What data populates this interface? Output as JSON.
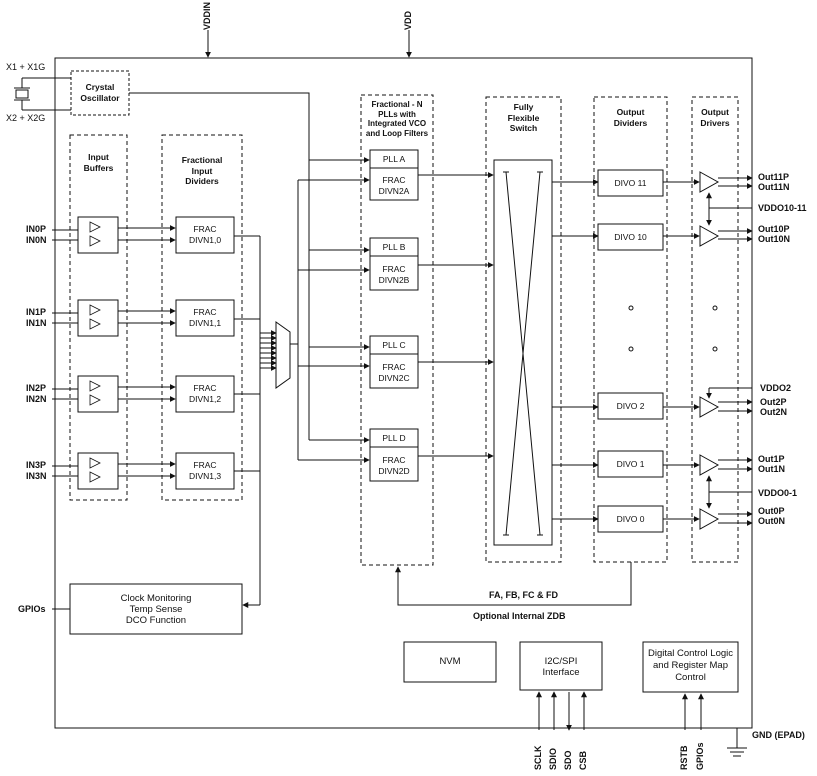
{
  "diagram": {
    "power": {
      "vddin": "VDDIN",
      "vdd": "VDD"
    },
    "xtal": {
      "x1": "X1 + X1G",
      "x2": "X2 + X2G",
      "osc": "Crystal\nOscillator"
    },
    "sections": {
      "input_buffers": "Input\nBuffers",
      "input_dividers": "Fractional\nInput\nDividers",
      "plls": "Fractional - N\nPLLs with\nIntegrated VCO\nand Loop Filters",
      "switch": "Fully\nFlexible\nSwitch",
      "output_dividers": "Output\nDividers",
      "output_drivers": "Output\nDrivers"
    },
    "inputs": [
      {
        "p": "IN0P",
        "n": "IN0N",
        "div": "FRAC\nDIVN1,0"
      },
      {
        "p": "IN1P",
        "n": "IN1N",
        "div": "FRAC\nDIVN1,1"
      },
      {
        "p": "IN2P",
        "n": "IN2N",
        "div": "FRAC\nDIVN1,2"
      },
      {
        "p": "IN3P",
        "n": "IN3N",
        "div": "FRAC\nDIVN1,3"
      }
    ],
    "plls": [
      {
        "name": "PLL A",
        "div": "FRAC\nDIVN2A"
      },
      {
        "name": "PLL B",
        "div": "FRAC\nDIVN2B"
      },
      {
        "name": "PLL C",
        "div": "FRAC\nDIVN2C"
      },
      {
        "name": "PLL D",
        "div": "FRAC\nDIVN2D"
      }
    ],
    "output_dividers": [
      "DIVO 11",
      "DIVO 10",
      "DIVO 2",
      "DIVO 1",
      "DIVO 0"
    ],
    "outputs": {
      "o11p": "Out11P",
      "o11n": "Out11N",
      "vddo1011": "VDDO10-11",
      "o10p": "Out10P",
      "o10n": "Out10N",
      "vddo2": "VDDO2",
      "o2p": "Out2P",
      "o2n": "Out2N",
      "o1p": "Out1P",
      "o1n": "Out1N",
      "vddo01": "VDDO0-1",
      "o0p": "Out0P",
      "o0n": "Out0N"
    },
    "fafb": "FA, FB, FC & FD",
    "zdb": "Optional Internal ZDB",
    "clock_monitor": "Clock Monitoring\nTemp Sense\nDCO Function",
    "gpios_left": "GPIOs",
    "nvm": "NVM",
    "i2c": "I2C/SPI\nInterface",
    "digital": "Digital Control Logic\nand Register Map\nControl",
    "pins": [
      "SCLK",
      "SDIO",
      "SDO",
      "CSB"
    ],
    "pins_right": [
      "RSTB",
      "GPIOs"
    ],
    "gnd": "GND (EPAD)"
  }
}
